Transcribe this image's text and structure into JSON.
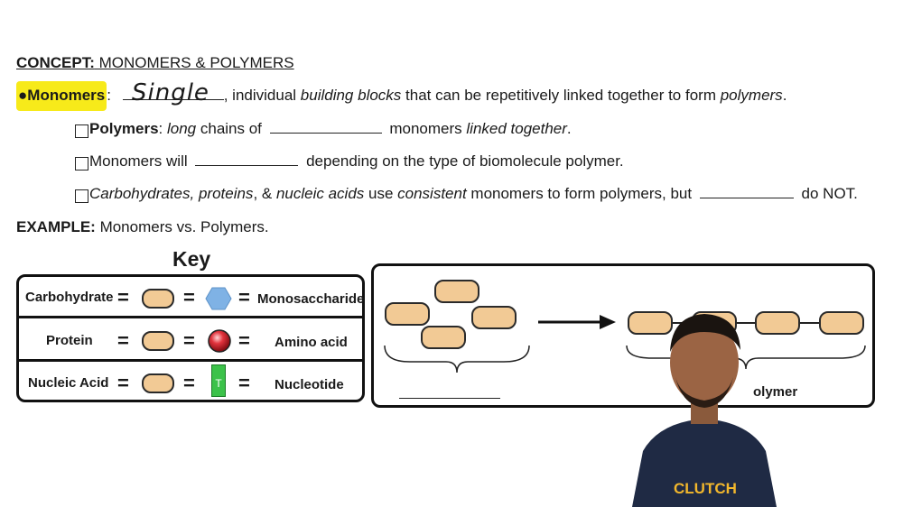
{
  "concept": {
    "label": "CONCEPT:",
    "title": " MONOMERS & POLYMERS"
  },
  "monomers": {
    "bullet": "●",
    "term": "Monomers",
    "colon": ":",
    "handwritten": "Single",
    "text1": ", individual ",
    "italic1": "building blocks",
    "text2": " that can be repetitively linked together to form ",
    "italic2": "polymers",
    "text3": "."
  },
  "line_polymers": {
    "term": "Polymers",
    "colon": ": ",
    "italic1": "long",
    "text1": " chains of ",
    "text2": " monomers ",
    "italic2": "linked together",
    "text3": "."
  },
  "line_monomers_will": {
    "text1": "Monomers will ",
    "text2": " depending on the type of biomolecule polymer."
  },
  "line_carbs": {
    "italic1": "Carbohydrates, proteins",
    "text1": ", & ",
    "italic2": "nucleic acids",
    "text2": " use ",
    "italic3": "consistent",
    "text3": " monomers to form polymers, but ",
    "text4": " do NOT."
  },
  "example": {
    "label": "EXAMPLE:",
    "text": " Monomers vs. Polymers."
  },
  "key": {
    "title": "Key",
    "rows": [
      {
        "name": "Carbohydrate",
        "monomer": "Monosaccharide"
      },
      {
        "name": "Protein",
        "monomer": "Amino acid"
      },
      {
        "name": "Nucleic Acid",
        "monomer": "Nucleotide",
        "symbol": "T"
      }
    ],
    "equals": "="
  },
  "diagram": {
    "polymer_label": "olymer"
  },
  "shirt_logo": "CLUTCH",
  "colors": {
    "highlight": "#f7ea1a",
    "pill": "#f2ca95",
    "hexagon": "#7fb2e5",
    "sphere": "#d81f2a",
    "nucleotide": "#3cc24a"
  }
}
